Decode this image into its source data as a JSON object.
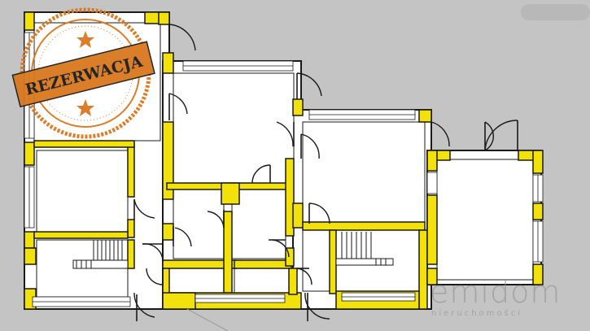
{
  "stamp": {
    "label": "REZERWACJA",
    "color": "#d9781f"
  },
  "watermark": {
    "brand": "emidom",
    "tagline": "nieruchomości",
    "color": "#8a8a8a"
  },
  "colors": {
    "wall_accent": "#f2e10a",
    "floor": "#ffffff",
    "background": "#c4c4c4"
  }
}
